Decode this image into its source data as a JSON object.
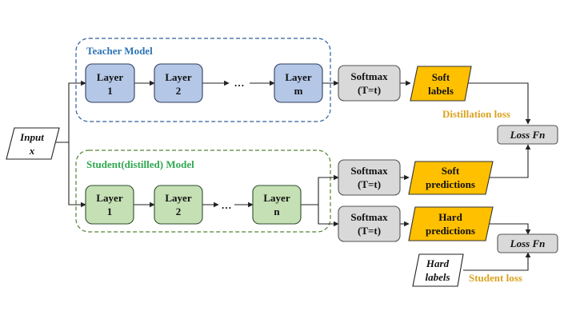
{
  "colors": {
    "teacher_border": "#2e5f9e",
    "teacher_title": "#2e74b5",
    "teacher_layer_fill": "#b4c7e7",
    "student_border": "#548235",
    "student_title": "#2fa84f",
    "student_layer_fill": "#c5e0b4",
    "softmax_fill": "#d9d9d9",
    "output_fill": "#ffc000",
    "loss_label": "#d9a320"
  },
  "teacher": {
    "title": "Teacher Model",
    "layers": [
      {
        "line1": "Layer",
        "line2": "1"
      },
      {
        "line1": "Layer",
        "line2": "2"
      },
      {
        "line1": "Layer",
        "line2": "m"
      }
    ],
    "ellipsis": "…"
  },
  "student": {
    "title": "Student(distilled) Model",
    "layers": [
      {
        "line1": "Layer",
        "line2": "1"
      },
      {
        "line1": "Layer",
        "line2": "2"
      },
      {
        "line1": "Layer",
        "line2": "n"
      }
    ],
    "ellipsis": "…"
  },
  "input": {
    "line1": "Input",
    "line2": "x"
  },
  "softmax": {
    "teacher": {
      "line1": "Softmax",
      "line2": "(T=t)"
    },
    "student_soft": {
      "line1": "Softmax",
      "line2": "(T=t)"
    },
    "student_hard": {
      "line1": "Softmax",
      "line2": "(T=t)"
    }
  },
  "outputs": {
    "soft_labels": {
      "line1": "Soft",
      "line2": "labels"
    },
    "soft_predictions": {
      "line1": "Soft",
      "line2": "predictions"
    },
    "hard_predictions": {
      "line1": "Hard",
      "line2": "predictions"
    },
    "hard_labels": {
      "line1": "Hard",
      "line2": "labels"
    }
  },
  "loss": {
    "distillation_fn": "Loss Fn",
    "student_fn": "Loss Fn",
    "distillation_label": "Distillation loss",
    "student_label": "Student loss"
  }
}
